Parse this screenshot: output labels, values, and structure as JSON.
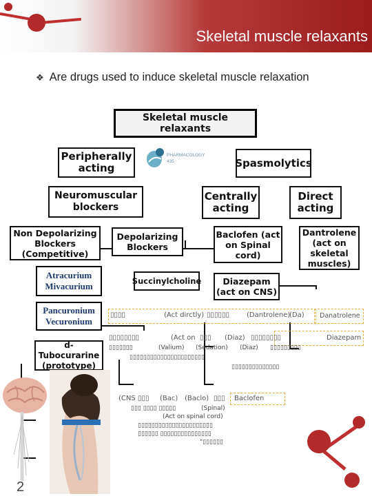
{
  "slide": {
    "title": "Skeletal muscle relaxants",
    "bullet_symbol": "❖",
    "bullet_text": "Are drugs used to induce skeletal muscle relaxation",
    "page_number": "2"
  },
  "diagram": {
    "root": "Skeletal muscle relaxants",
    "peripheral": "Peripherally acting",
    "spasmolytics": "Spasmolytics",
    "nm_blockers": "Neuromuscular blockers",
    "centrally": "Centrally acting",
    "direct": "Direct acting",
    "non_depol": "Non Depolarizing Blockers (Competitive)",
    "depol": "Depolarizing Blockers",
    "baclofen": "Baclofen (act on Spinal cord)",
    "dantrolene": "Dantrolene (act on skeletal muscles)",
    "atra": "Atracurium",
    "miva": "Mivacurium",
    "succ": "Succinylcholine",
    "diazepam": "Diazepam (act on CNS)",
    "panc": "Pancuronium",
    "vecu": "Vecuronium",
    "dtubo": "d-Tubocurarine (prototype)",
    "logo": "PHARMACOLOGY 435"
  },
  "annotations": {
    "a1_left": "(Act dirctly)",
    "a1_mid": "(Dantrolene)",
    "a1_right": "(Da)",
    "a1_label": "Danatrolene",
    "a2_left": "(Act on",
    "a2_mid": "(Diaz)",
    "a2_right": "Diazepam",
    "a2_line2": "(Valium)",
    "a2_line2b": "(Sedation)",
    "a2_line2c": "(Diaz)",
    "a3_left": "(CNS",
    "a3_mid": "(Bac)",
    "a3_mid2": "(Baclo)",
    "a3_right": "Baclofen",
    "a3_line2": "(Spinal)",
    "a3_line3": "(Act on spinal cord)"
  }
}
